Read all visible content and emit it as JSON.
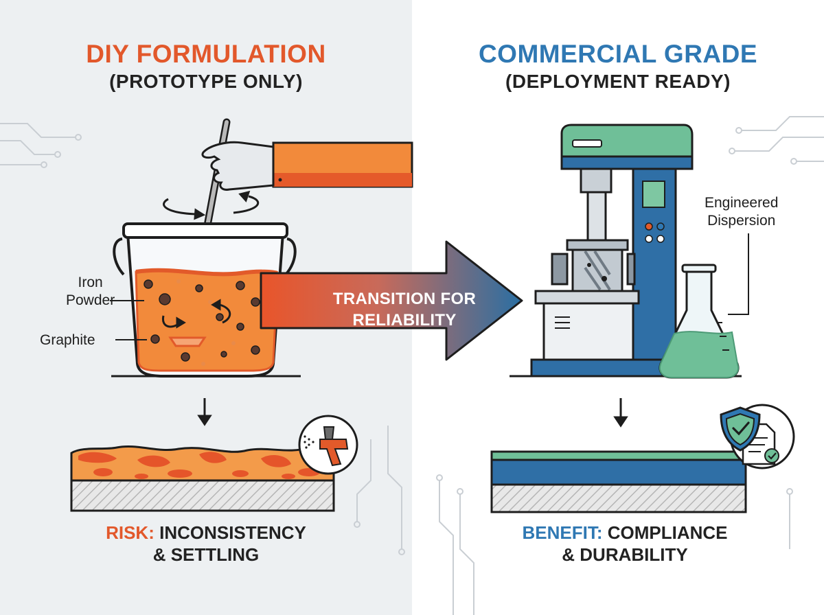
{
  "left": {
    "title": "DIY FORMULATION",
    "subtitle": "(PROTOTYPE ONLY)",
    "label_iron_line1": "Iron",
    "label_iron_line2": "Powder",
    "label_graphite": "Graphite",
    "caption_keyword": "RISK:",
    "caption_rest": "INCONSISTENCY",
    "caption_line2": "& SETTLING"
  },
  "center": {
    "arrow_line1": "TRANSITION FOR",
    "arrow_line2": "RELIABILITY"
  },
  "right": {
    "title": "COMMERCIAL GRADE",
    "subtitle": "(DEPLOYMENT READY)",
    "label_line1": "Engineered",
    "label_line2": "Dispersion",
    "caption_keyword": "BENEFIT:",
    "caption_rest": "COMPLIANCE",
    "caption_line2": "& DURABILITY"
  },
  "colors": {
    "diy_orange": "#e2582b",
    "commercial_blue": "#2f78b3",
    "mixer_green": "#6fbf98",
    "left_background": "#edf0f2"
  },
  "icons": [
    "stir-rotation-icon",
    "down-arrow-icon",
    "spray-gun-icon",
    "shield-check-icon",
    "document-check-icon"
  ]
}
